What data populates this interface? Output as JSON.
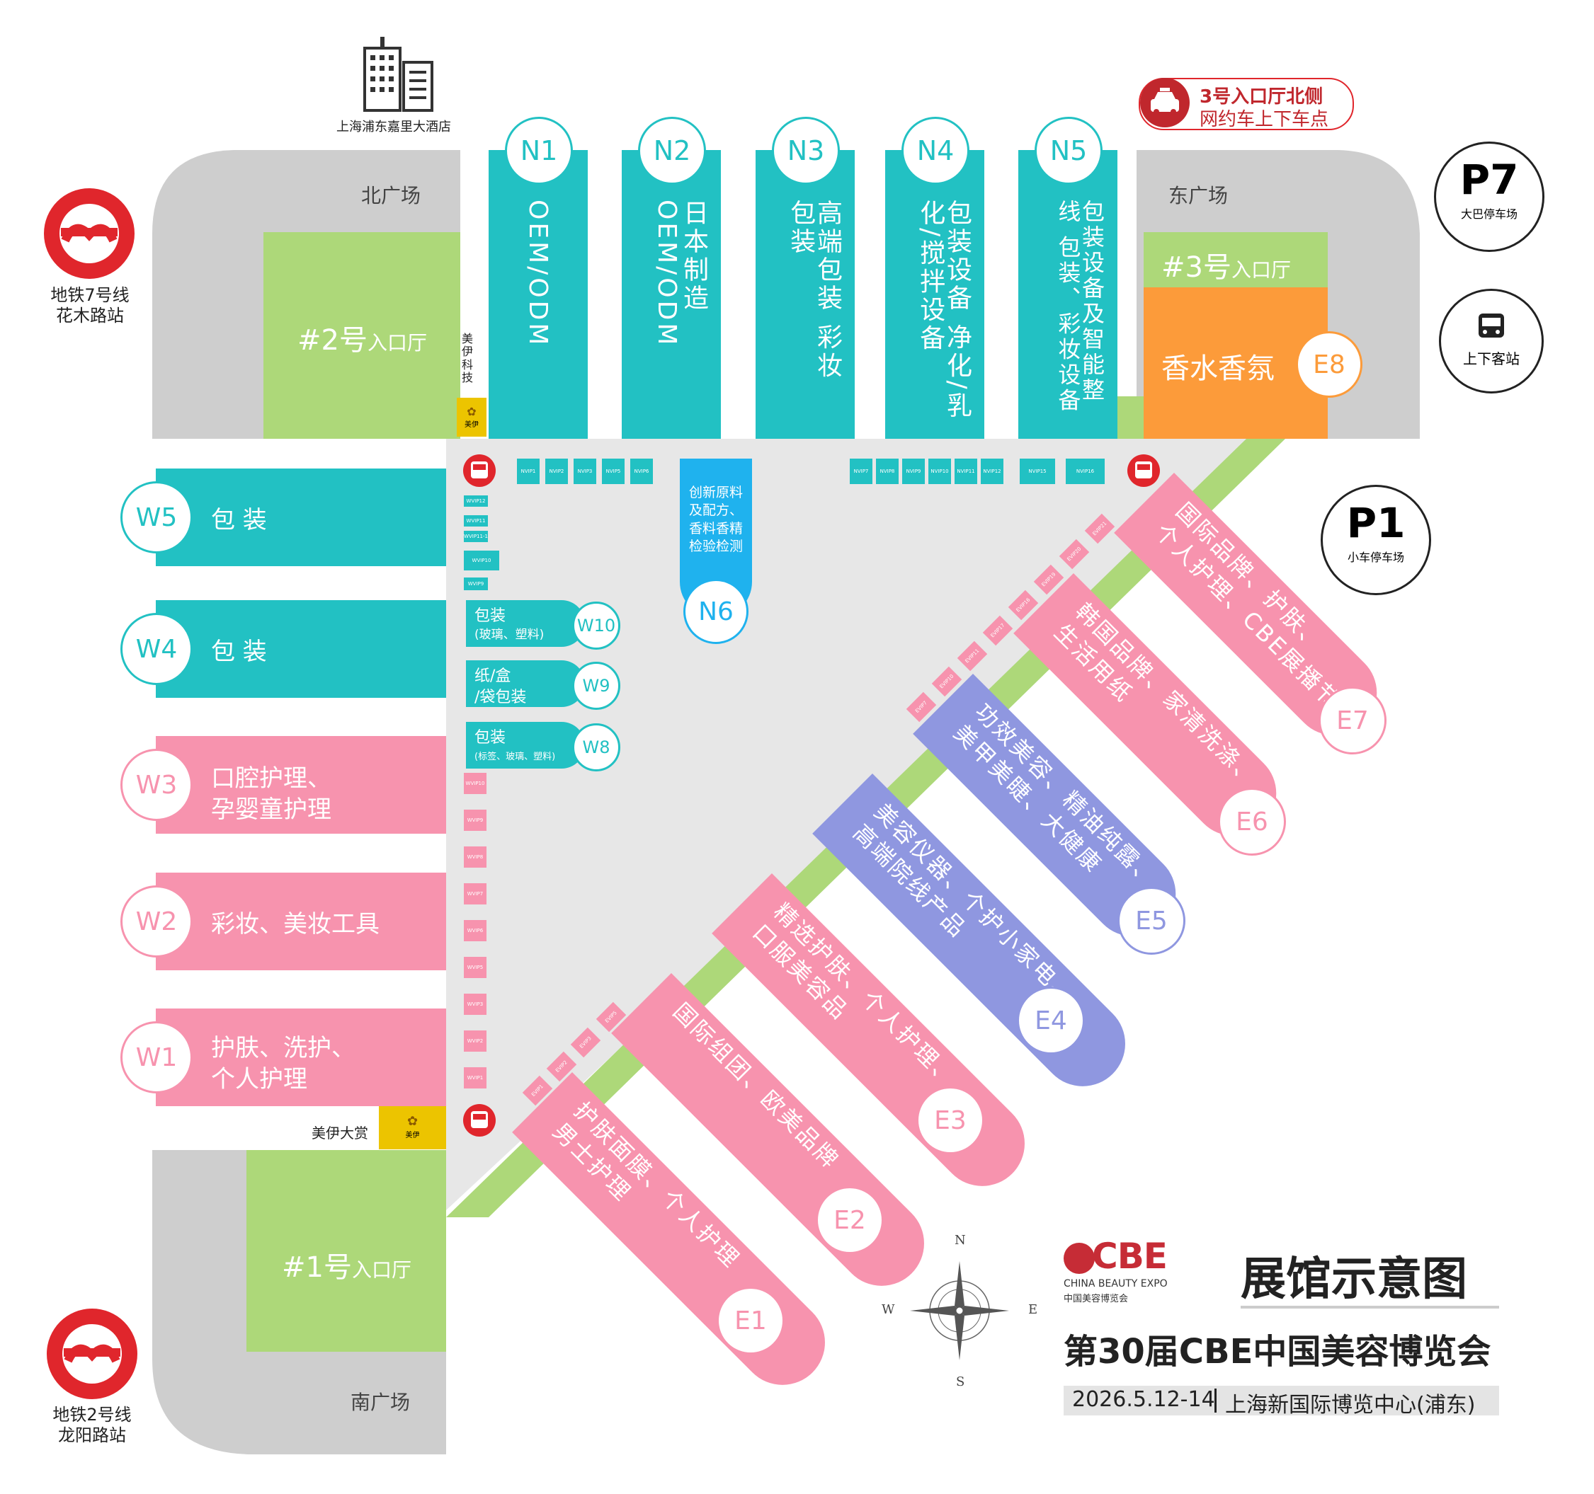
{
  "colors": {
    "teal": "#22c1c3",
    "pink": "#f793ae",
    "purple": "#8f97e0",
    "green": "#add879",
    "orange": "#fc9b3a",
    "gray": "#cecece",
    "light_gray": "#e7e7e7",
    "metro_red": "#e0262c",
    "yellow": "#ecc400",
    "blue": "#1fb2ee"
  },
  "landmarks": {
    "hotel": "上海浦东嘉里大酒店",
    "metro7_line": "地铁7号线",
    "metro7_station": "花木路站",
    "metro2_line": "地铁2号线",
    "metro2_station": "龙阳路站",
    "taxi_line1": "3号入口厅北侧",
    "taxi_line2": "网约车上下车点",
    "p7_code": "P7",
    "p7_label": "大巴停车场",
    "p1_code": "P1",
    "p1_label": "小车停车场",
    "bus_label": "上下客站"
  },
  "plazas": {
    "north": "北广场",
    "east": "东广场",
    "south": "南广场"
  },
  "entrances": {
    "e2_num": "#2号",
    "e2_word": "入口厅",
    "e3_num": "#3号",
    "e3_word": "入口厅",
    "e1_num": "#1号",
    "e1_word": "入口厅"
  },
  "booths": {
    "meiyi_tech": "美伊科技",
    "meiyi_award": "美伊大赏",
    "meiyi_logo": "美伊"
  },
  "halls_north": [
    {
      "code": "N1",
      "text": "OEM/ODM"
    },
    {
      "code": "N2",
      "text": "日本制造 OEM/ODM"
    },
    {
      "code": "N3",
      "text": "高端包装 彩妆包装"
    },
    {
      "code": "N4",
      "text": "包装设备 净化/乳化/搅拌设备"
    },
    {
      "code": "N5",
      "text": "包装设备及智能整线 包装、彩妆设备"
    }
  ],
  "hall_e8": {
    "code": "E8",
    "text": "香水香氛"
  },
  "hall_n6": {
    "code": "N6",
    "text": "创新原料及配方、香料香精检验检测"
  },
  "halls_west": [
    {
      "code": "W5",
      "line1": "包 装",
      "line2": ""
    },
    {
      "code": "W4",
      "line1": "包 装",
      "line2": ""
    },
    {
      "code": "W3",
      "line1": "口腔护理、",
      "line2": "孕婴童护理"
    },
    {
      "code": "W2",
      "line1": "彩妆、美妆工具",
      "line2": ""
    },
    {
      "code": "W1",
      "line1": "护肤、洗护、",
      "line2": "个人护理"
    }
  ],
  "halls_w_small": [
    {
      "code": "W10",
      "line1": "包装",
      "line2": "(玻璃、塑料)"
    },
    {
      "code": "W9",
      "line1": "纸/盒",
      "line2": "/袋包装"
    },
    {
      "code": "W8",
      "line1": "包装",
      "line2": "(标签、玻璃、塑料)"
    }
  ],
  "halls_east": [
    {
      "code": "E1",
      "line1": "护肤面膜、个人护理",
      "line2": "男士护理"
    },
    {
      "code": "E2",
      "line1": "国际组团、欧美品牌",
      "line2": ""
    },
    {
      "code": "E3",
      "line1": "精选护肤、个人护理、",
      "line2": "口服美容品"
    },
    {
      "code": "E4",
      "line1": "美容仪器、个护小家电、",
      "line2": "高端院线产品"
    },
    {
      "code": "E5",
      "line1": "功效美容、精油纯露、",
      "line2": "美甲美睫、大健康"
    },
    {
      "code": "E6",
      "line1": "韩国品牌、家清洗涤、",
      "line2": "生活用纸"
    },
    {
      "code": "E7",
      "line1": "国际品牌、护肤、",
      "line2": "个人护理、CBE展播节"
    }
  ],
  "vip_north_left": [
    "NVIP1",
    "NVIP2",
    "NVIP3",
    "NVIP5",
    "NVIP6"
  ],
  "vip_north_right": [
    "NVIP7",
    "NVIP8",
    "NVIP9",
    "NVIP10",
    "NVIP11",
    "NVIP12",
    "NVIP15",
    "NVIP16"
  ],
  "vip_west_top": [
    "WVIP12",
    "WVIP11",
    "WVIP11-1",
    "WVIP10",
    "WVIP9"
  ],
  "vip_west_bottom": [
    "WVIP10",
    "WVIP9",
    "WVIP8",
    "WVIP7",
    "WVIP6",
    "WVIP5",
    "WVIP3",
    "WVIP2",
    "WVIP1"
  ],
  "vip_diag_low": [
    "EVIP1",
    "EVIP2",
    "EVIP3",
    "EVIP5"
  ],
  "vip_diag_high": [
    "EVIP7",
    "EVIP10",
    "EVIP11",
    "EVIP17",
    "EVIP16",
    "EVIP19",
    "EVIP20",
    "EVIP21"
  ],
  "compass": {
    "n": "N",
    "s": "S",
    "e": "E",
    "w": "W"
  },
  "brand": {
    "logo_text": "CBE",
    "logo_sub": "CHINA BEAUTY EXPO",
    "logo_cn": "中国美容博览会",
    "map_title": "展馆示意图",
    "event": "第30届CBE中国美容博览会",
    "date": "2026.5.12-14",
    "venue": "上海新国际博览中心(浦东)"
  }
}
